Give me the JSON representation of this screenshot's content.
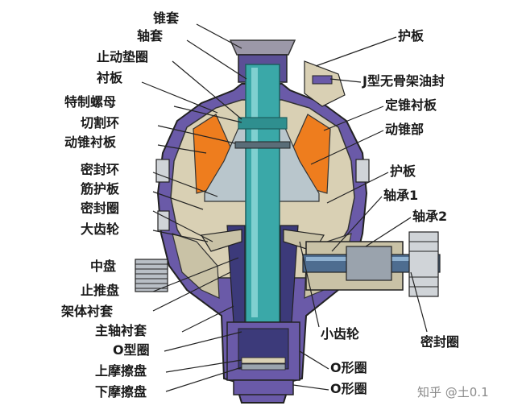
{
  "labels": {
    "cone_sleeve": "锥套",
    "shaft_sleeve": "轴套",
    "stop_washer": "止动垫圈",
    "liner": "衬板",
    "special_nut": "特制螺母",
    "cutting_ring": "切割环",
    "moving_cone_liner": "动锥衬板",
    "seal_ring": "密封环",
    "rib_guard": "筋护板",
    "seal_gasket_left": "密封圈",
    "big_gear": "大齿轮",
    "middle_disc": "中盘",
    "thrust_disc": "止推盘",
    "frame_bushing": "架体衬套",
    "main_shaft_bushing": "主轴衬套",
    "o_ring_type": "O型圈",
    "upper_friction_disc": "上摩擦盘",
    "lower_friction_disc": "下摩擦盘",
    "guard_plate_top": "护板",
    "j_oil_seal": "J型无骨架油封",
    "fixed_cone_liner": "定锥衬板",
    "moving_cone": "动锥部",
    "guard_plate_mid": "护板",
    "bearing_1": "轴承1",
    "bearing_2": "轴承2",
    "small_gear": "小齿轮",
    "seal_gasket_right": "密封圈",
    "o_ring_1": "O形圈",
    "o_ring_2": "O形圈"
  },
  "watermark": "知乎 @土0.1",
  "colors": {
    "frame": "#6a5aa8",
    "frame_dark": "#4a3c86",
    "liner": "#d9d0b4",
    "shaft": "#3aa8a8",
    "orange": "#ee7d1e",
    "steel": "#9aa3ad"
  }
}
